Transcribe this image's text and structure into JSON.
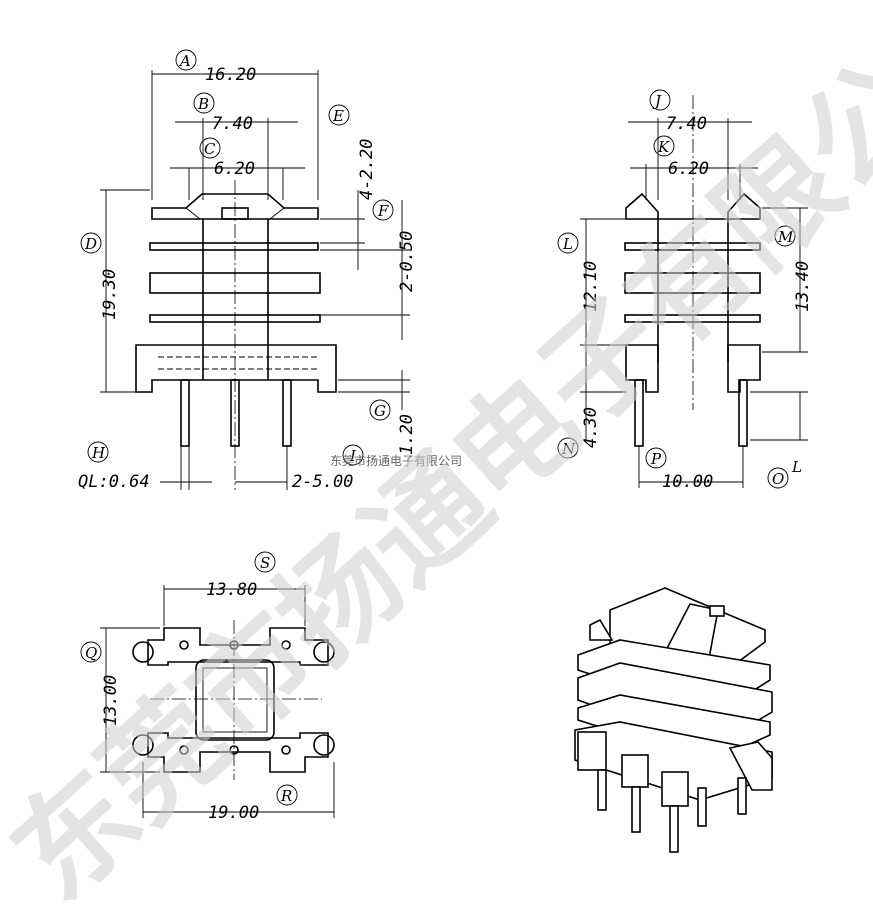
{
  "views": {
    "front": {
      "dims": {
        "width": "16.20",
        "b": "7.40",
        "c": "6.20",
        "height": "19.30",
        "e": "4-2.20",
        "f": "2-0.50",
        "g": "1.20",
        "pin": "QL:0.64",
        "pitch": "2-5.00"
      },
      "labels": [
        "A",
        "B",
        "C",
        "D",
        "E",
        "F",
        "G",
        "H",
        "I"
      ]
    },
    "side": {
      "dims": {
        "j": "7.40",
        "k": "6.20",
        "l": "12.10",
        "m": "13.40",
        "n": "4.30",
        "p": "10.00"
      },
      "labels": [
        "J",
        "K",
        "L",
        "M",
        "N",
        "P",
        "O",
        "L"
      ]
    },
    "bottom": {
      "dims": {
        "s": "13.80",
        "q": "13.00",
        "r": "19.00"
      },
      "labels": [
        "S",
        "Q",
        "R"
      ]
    }
  },
  "watermark": {
    "small": "东莞市扬通电子有限公司",
    "large": "东莞市扬通电子有限公司"
  }
}
